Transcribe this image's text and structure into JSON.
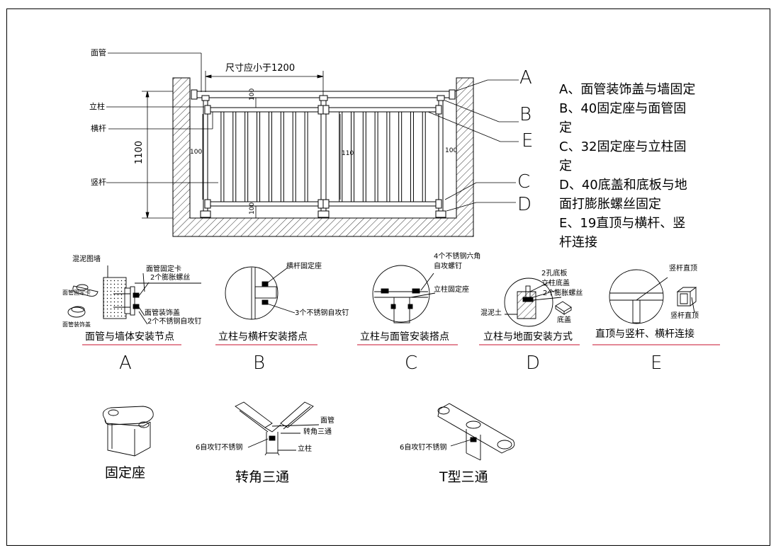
{
  "main": {
    "left_labels": [
      "面管",
      "立柱",
      "横杆",
      "竖杆"
    ],
    "dim_top": "尺寸应小于1200",
    "dim_height": "1100",
    "dim_small": [
      "100",
      "100",
      "110",
      "100",
      "100"
    ],
    "markers": [
      "A",
      "B",
      "E",
      "C",
      "D"
    ]
  },
  "notes": [
    "A、面管装饰盖与墙固定",
    "B、40固定座与面管固",
    "定",
    "C、32固定座与立柱固",
    "定",
    "D、40底盖和底板与地",
    "面打膨胀螺丝固定",
    "E、19直顶与横杆、竖",
    "杆连接"
  ],
  "details": {
    "A": {
      "labels": [
        "混泥图墙",
        "面管固定卡",
        "2个膨胀螺丝",
        "面管装饰盖",
        "2个不锈钢自攻钉",
        "面管固定卡",
        "面管装饰盖"
      ],
      "caption": "面管与墙体安装节点",
      "letter": "A"
    },
    "B": {
      "labels": [
        "横杆固定座",
        "3个不锈钢自攻钉"
      ],
      "caption": "立柱与横杆安装搭点",
      "letter": "B"
    },
    "C": {
      "labels": [
        "4个不锈钢六角",
        "自攻螺钉",
        "立柱固定座"
      ],
      "caption": "立柱与面管安装搭点",
      "letter": "C"
    },
    "D": {
      "labels": [
        "2孔底板",
        "立柱底盖",
        "2个膨胀螺丝",
        "混泥土",
        "底盖"
      ],
      "caption": "立柱与地面安装方式",
      "letter": "D"
    },
    "E": {
      "labels": [
        "竖杆直顶",
        "竖杆直顶"
      ],
      "caption": "直顶与竖杆、横杆连接",
      "letter": "E"
    }
  },
  "parts": {
    "fixed_seat": {
      "title": "固定座"
    },
    "corner_tee": {
      "title": "转角三通",
      "labels": [
        "面管",
        "转角三通",
        "6自攻钉不锈钢",
        "立柱"
      ]
    },
    "t_tee": {
      "title": "T型三通",
      "labels": [
        "6自攻钉不锈钢"
      ]
    }
  }
}
